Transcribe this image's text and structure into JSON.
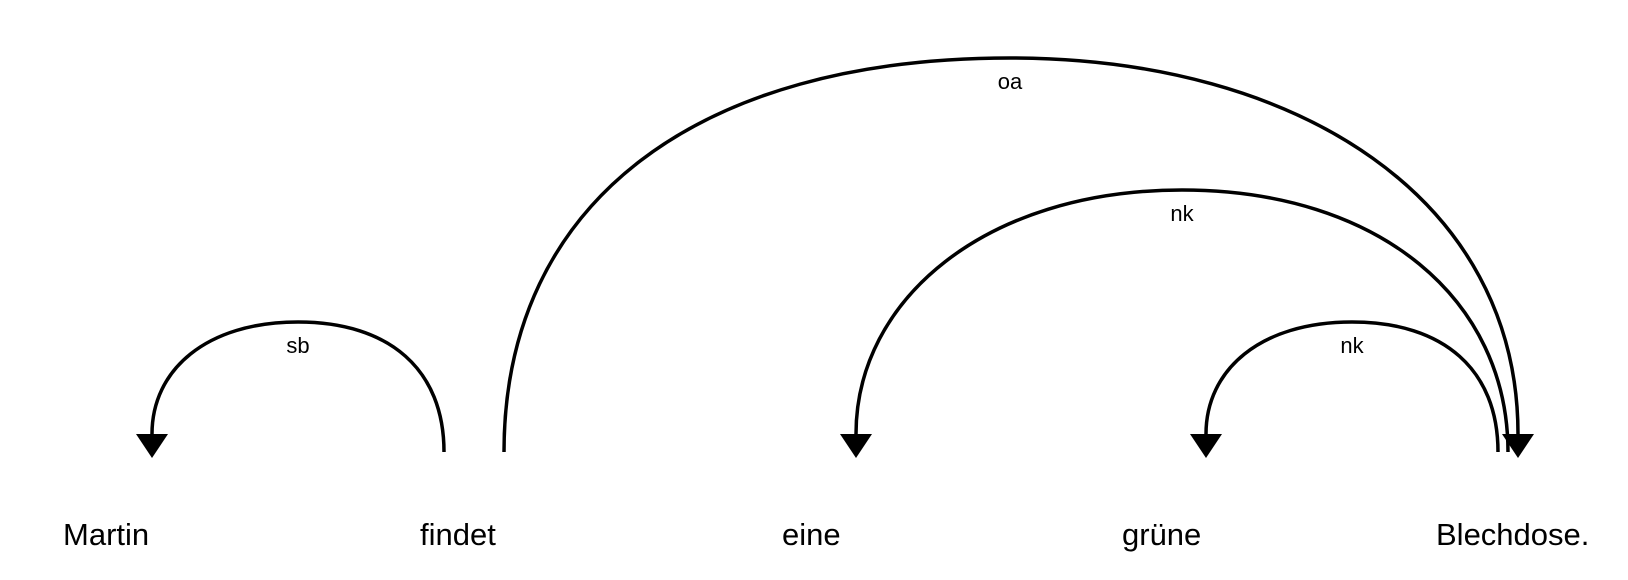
{
  "sentence": {
    "words": [
      "Martin",
      "findet",
      "eine",
      "grüne",
      "Blechdose."
    ]
  },
  "dependencies": [
    {
      "label": "sb",
      "head": 1,
      "dependent": 0
    },
    {
      "label": "oa",
      "head": 1,
      "dependent": 4
    },
    {
      "label": "nk",
      "head": 4,
      "dependent": 2
    },
    {
      "label": "nk",
      "head": 4,
      "dependent": 3
    }
  ],
  "colors": {
    "background": "#ffffff",
    "ink": "#000000"
  }
}
